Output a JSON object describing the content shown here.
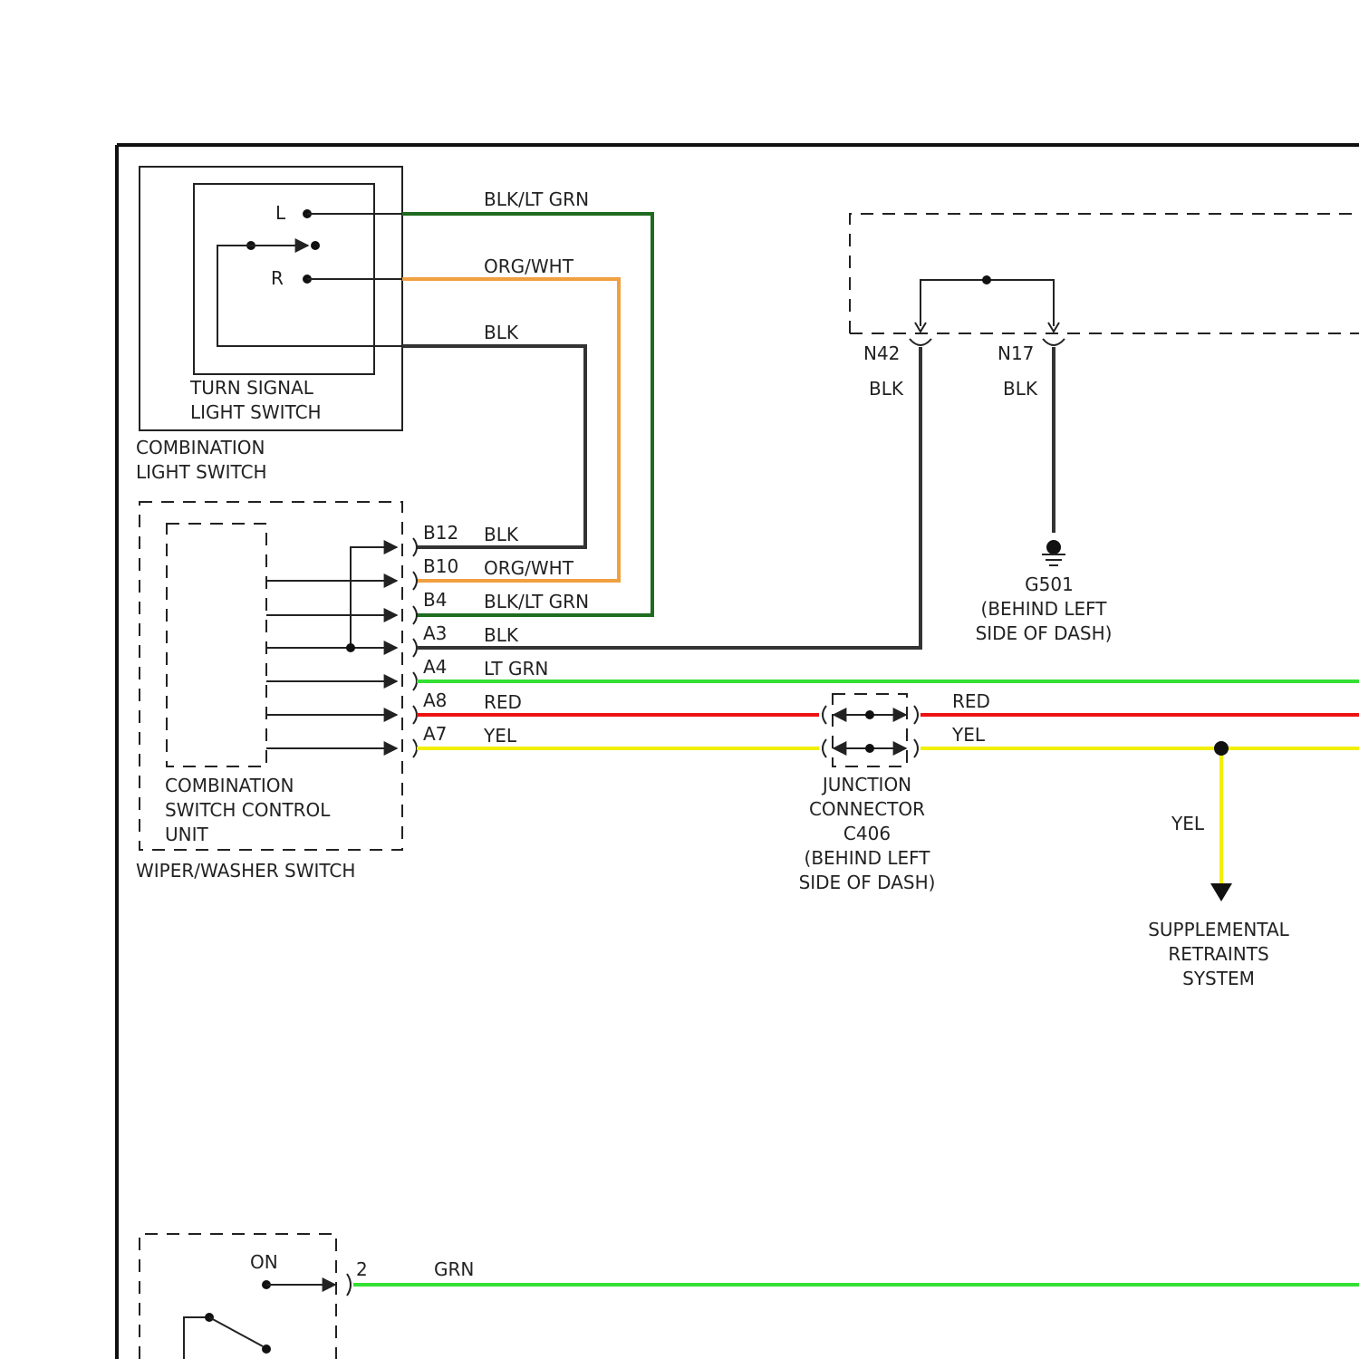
{
  "colors": {
    "black_wire": "#333333",
    "blk_lt_grn_wire": "#1f6b1f",
    "org_wht_wire": "#f0a040",
    "lt_grn_wire": "#33e033",
    "red_wire": "#ee1111",
    "yel_wire": "#f2f000",
    "frame": "#111111"
  },
  "turn_signal_switch": {
    "pin_l": "L",
    "pin_r": "R",
    "label_line1": "TURN SIGNAL",
    "label_line2": "LIGHT SWITCH"
  },
  "combination_light_switch": {
    "label_line1": "COMBINATION",
    "label_line2": "LIGHT SWITCH"
  },
  "upper_wires": {
    "blk_lt_grn": "BLK/LT GRN",
    "org_wht": "ORG/WHT",
    "blk": "BLK"
  },
  "control_unit": {
    "label_line1": "COMBINATION",
    "label_line2": "SWITCH CONTROL",
    "label_line3": "UNIT",
    "outer_label": "WIPER/WASHER SWITCH"
  },
  "pins": [
    {
      "id": "B12",
      "wire": "BLK"
    },
    {
      "id": "B10",
      "wire": "ORG/WHT"
    },
    {
      "id": "B4",
      "wire": "BLK/LT GRN"
    },
    {
      "id": "A3",
      "wire": "BLK"
    },
    {
      "id": "A4",
      "wire": "LT GRN"
    },
    {
      "id": "A8",
      "wire": "RED"
    },
    {
      "id": "A7",
      "wire": "YEL"
    }
  ],
  "junction": {
    "red_out": "RED",
    "yel_out": "YEL",
    "label_line1": "JUNCTION",
    "label_line2": "CONNECTOR",
    "label_line3": "C406",
    "label_line4": "(BEHIND LEFT",
    "label_line5": "SIDE OF DASH)"
  },
  "srs": {
    "yel_wire": "YEL",
    "label_line1": "SUPPLEMENTAL",
    "label_line2": "RETRAINTS",
    "label_line3": "SYSTEM"
  },
  "ground_block": {
    "n42_label": "N42",
    "n42_wire": "BLK",
    "n17_label": "N17",
    "n17_wire": "BLK",
    "g501_label": "G501",
    "g501_loc1": "(BEHIND LEFT",
    "g501_loc2": "SIDE OF DASH)"
  },
  "ignition_switch": {
    "on_label": "ON",
    "pin": "2",
    "wire": "GRN"
  }
}
